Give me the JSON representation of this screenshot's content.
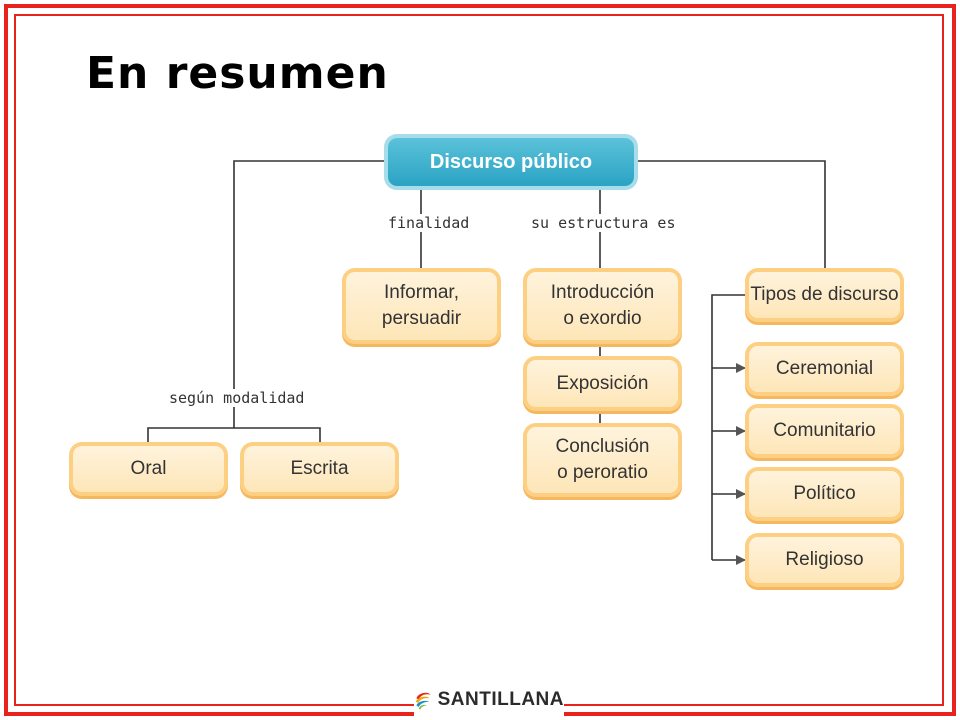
{
  "slide": {
    "title": "En resumen"
  },
  "diagram": {
    "root": "Discurso público",
    "edge_labels": {
      "finalidad": "finalidad",
      "estructura": "su estructura es",
      "modalidad": "según modalidad"
    },
    "finalidad_node": "Informar,\npersuadir",
    "estructura": [
      "Introducción\no exordio",
      "Exposición",
      "Conclusión\no peroratio"
    ],
    "modalidad": [
      "Oral",
      "Escrita"
    ],
    "tipos": {
      "label": "Tipos de discurso",
      "items": [
        "Ceremonial",
        "Comunitario",
        "Político",
        "Religioso"
      ]
    }
  },
  "brand": {
    "name": "SANTILLANA"
  }
}
